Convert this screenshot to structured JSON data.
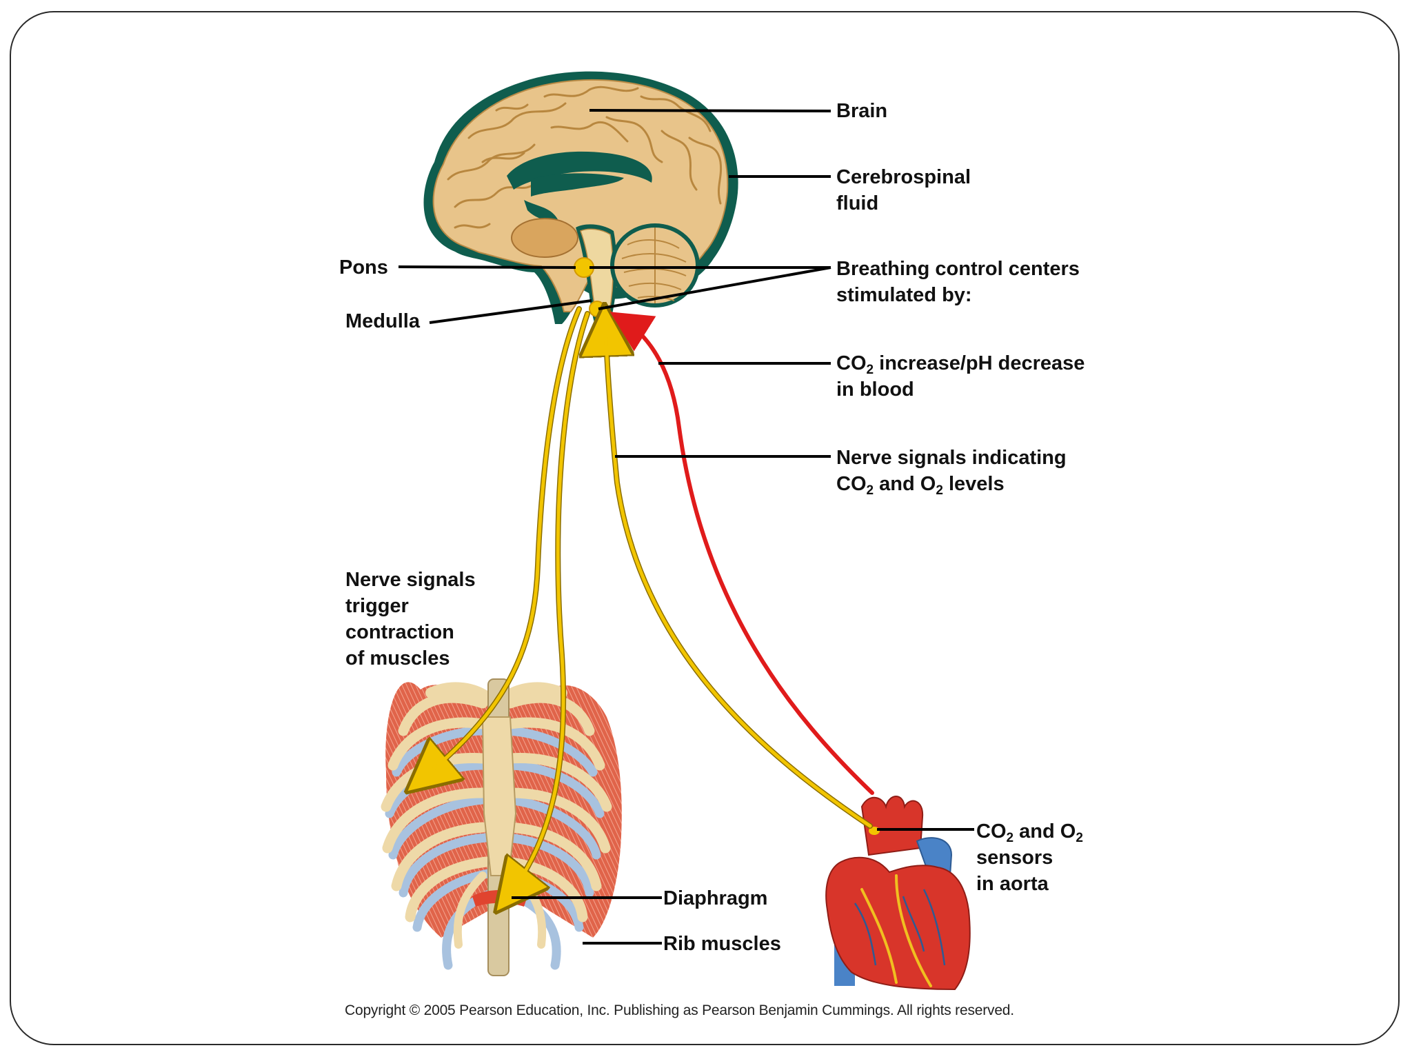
{
  "labels": {
    "brain": "Brain",
    "csf_line1": "Cerebrospinal",
    "csf_line2": "fluid",
    "pons": "Pons",
    "medulla": "Medulla",
    "centers_line1": "Breathing control centers",
    "centers_line2": "stimulated by:",
    "co2_line1_pre": "CO",
    "co2_line1_sub": "2",
    "co2_line1_post": " increase/pH decrease",
    "co2_line2": "in blood",
    "nerve_ind_line1": "Nerve signals indicating",
    "nerve_ind_line2_a": "CO",
    "nerve_ind_line2_sub1": "2",
    "nerve_ind_line2_b": " and O",
    "nerve_ind_line2_sub2": "2",
    "nerve_ind_line2_c": " levels",
    "trigger_line1": "Nerve signals",
    "trigger_line2": "trigger",
    "trigger_line3": "contraction",
    "trigger_line4": "of muscles",
    "diaphragm": "Diaphragm",
    "rib_muscles": "Rib muscles",
    "sensors_line1_a": "CO",
    "sensors_line1_sub1": "2",
    "sensors_line1_b": " and O",
    "sensors_line1_sub2": "2",
    "sensors_line2": "sensors",
    "sensors_line3": "in aorta"
  },
  "copyright": "Copyright © 2005 Pearson Education, Inc. Publishing as Pearson Benjamin Cummings. All rights reserved.",
  "colors": {
    "nerve_signal": "#f2c500",
    "blood_signal": "#e01b1b",
    "brain_tissue": "#e8c48a",
    "csf": "#0f5d4e",
    "rib_bone": "#eed9a8",
    "rib_muscle": "#e0644a",
    "heart": "#d8352a"
  }
}
